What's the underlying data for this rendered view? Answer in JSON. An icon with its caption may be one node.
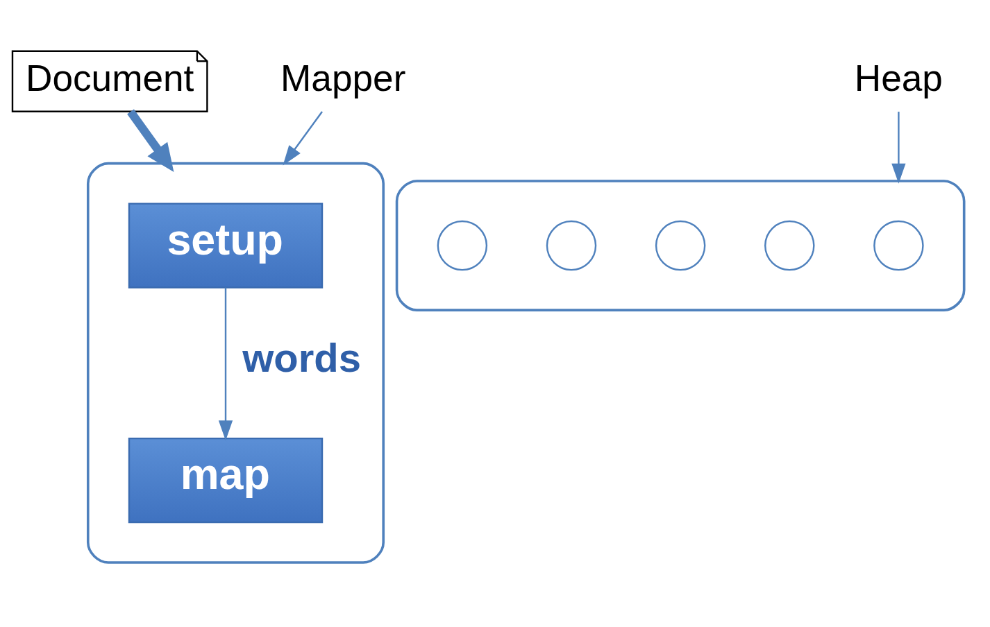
{
  "diagram": {
    "nodes": [
      {
        "text": [
          "Document"
        ]
      },
      {
        "text": [
          "Mapper"
        ]
      },
      {
        "text": [],
        "shape": "box"
      },
      {
        "text": [
          "setup"
        ],
        "in": 2
      },
      {
        "text": [
          "map"
        ],
        "in": 2
      },
      {
        "text": [
          "Heap"
        ]
      },
      {
        "text": [],
        "shape": "box"
      },
      {
        "text": [],
        "shape": "circle",
        "in": 6
      },
      {
        "text": [],
        "shape": "circle",
        "in": 6
      },
      {
        "text": [],
        "shape": "circle",
        "in": 6
      },
      {
        "text": [],
        "shape": "circle",
        "in": 6
      },
      {
        "text": [],
        "shape": "circle",
        "in": 6
      }
    ],
    "edges": [
      {
        "from": 0,
        "to": 2,
        "arrow": "to",
        "style": "thick"
      },
      {
        "from": 1,
        "to": 2,
        "arrow": "to"
      },
      {
        "from": 3,
        "to": 4,
        "arrow": "to",
        "label": "words"
      },
      {
        "from": 5,
        "to": 6,
        "arrow": "to"
      }
    ]
  }
}
